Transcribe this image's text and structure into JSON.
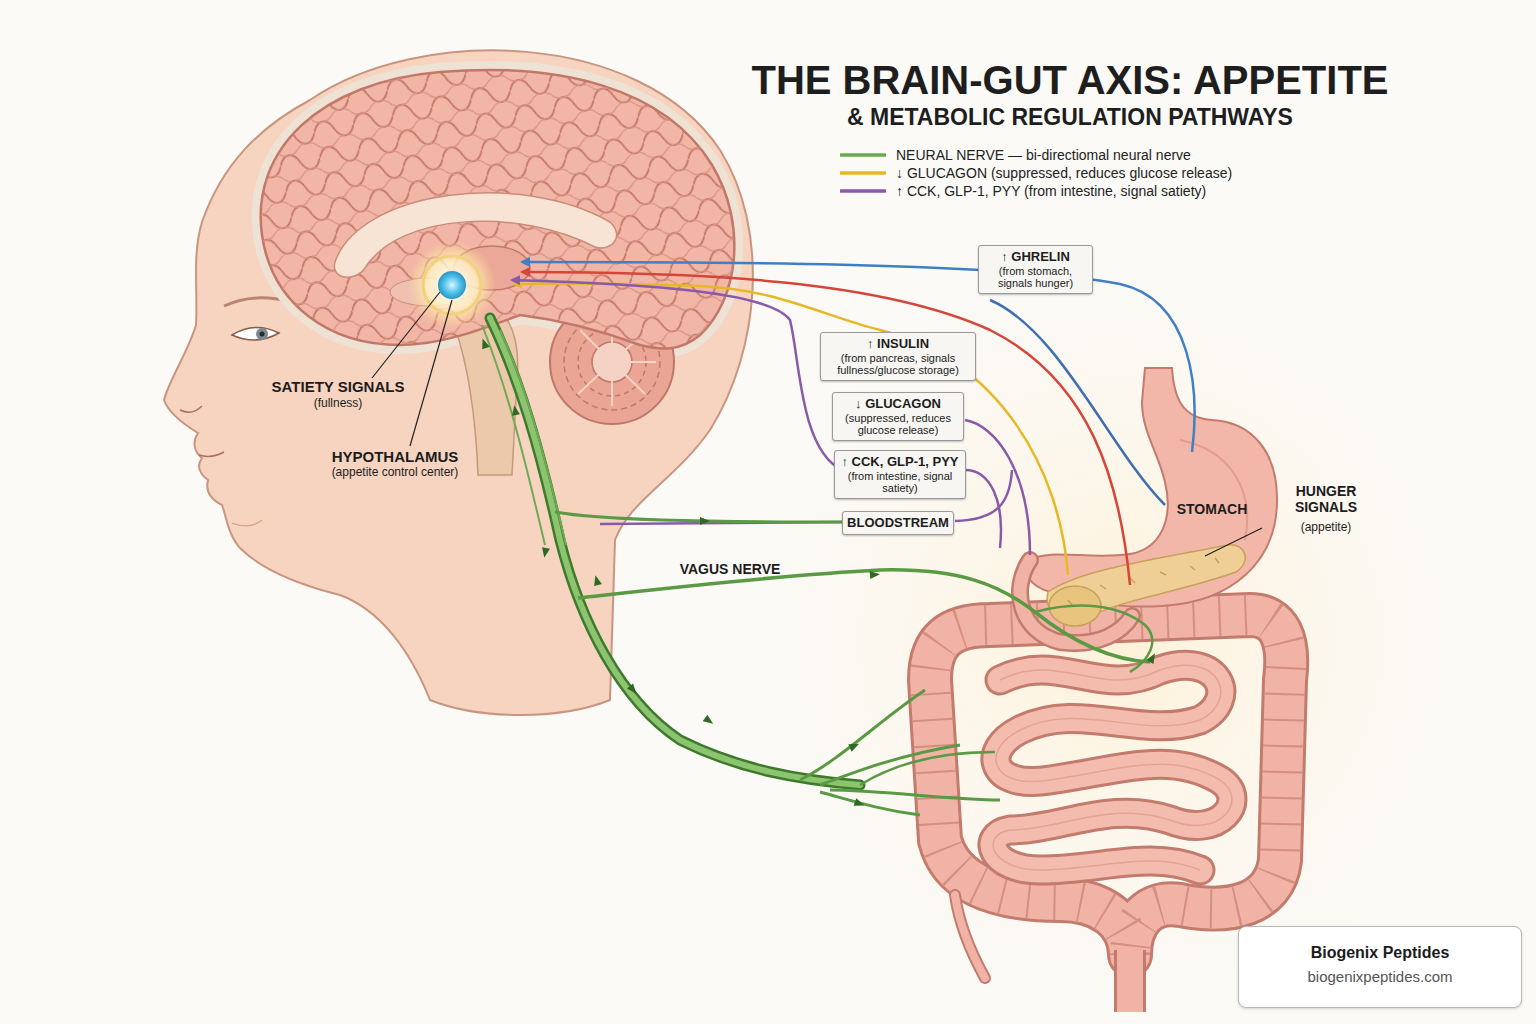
{
  "diagram": {
    "title": "THE BRAIN-GUT AXIS: APPETITE & METABOLIC REGULATION PATHWAYS",
    "nodes": [
      {
        "text": [
          "↑ GHRELIN",
          "(from stomach, signals hunger)"
        ]
      },
      {
        "text": [
          "↑ INSULIN",
          "(from pancreas, signals fullness/glucose storage)"
        ]
      },
      {
        "text": [
          "↓ GLUCAGON",
          "(suppressed, reduces glucose release)"
        ]
      },
      {
        "text": [
          "↑ CCK, GLP-1, PYY",
          "(from intestine, signal satiety)"
        ]
      },
      {
        "text": [
          "BLOODSTREAM"
        ]
      },
      {
        "text": [
          "Biogenix Peptides",
          "biogenixpeptides.com"
        ]
      }
    ],
    "labels": [
      "SATIETY SIGNALS",
      "(fullness)",
      "HYPOTHALAMUS",
      "(appetite control center)",
      "VAGUS NERVE",
      "STOMACH",
      "HUNGER SIGNALS",
      "(appetite)"
    ],
    "legend": [
      {
        "text": "NEURAL NERVE — bi-directiomal neural nerve"
      },
      {
        "text": "↓ GLUCAGON (suppressed, reduces glucose release)"
      },
      {
        "text": "↑ CCK, GLP-1, PYY (from intestine, signal satiety)"
      }
    ]
  }
}
